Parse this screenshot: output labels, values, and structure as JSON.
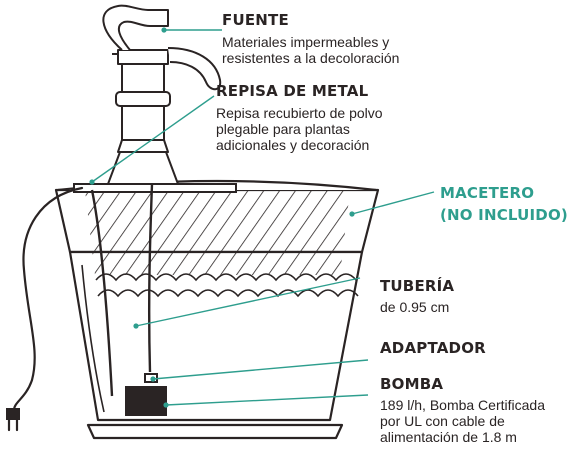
{
  "labels": {
    "fuente": {
      "title": "FUENTE",
      "desc": [
        "Materiales impermeables y",
        "resistentes a la decoloración"
      ]
    },
    "repisa": {
      "title": "REPISA DE METAL",
      "desc": [
        "Repisa recubierto de polvo",
        "plegable para plantas",
        "adicionales y decoración"
      ]
    },
    "macetero": {
      "title": [
        "MACETERO",
        "(NO INCLUIDO)"
      ]
    },
    "tuberia": {
      "title": "TUBERÍA",
      "desc": "de 0.95 cm"
    },
    "adaptador": {
      "title": "ADAPTADOR"
    },
    "bomba": {
      "title": "BOMBA",
      "desc": [
        "189 l/h,  Bomba Certificada",
        "por UL con cable de",
        "alimentación de 1.8 m"
      ]
    }
  },
  "colors": {
    "ink": "#2a2424",
    "leader": "#2e9e8e",
    "accent_text": "#2e9e8e"
  },
  "icons": [
    "fountain-pump-icon",
    "plug-icon"
  ]
}
